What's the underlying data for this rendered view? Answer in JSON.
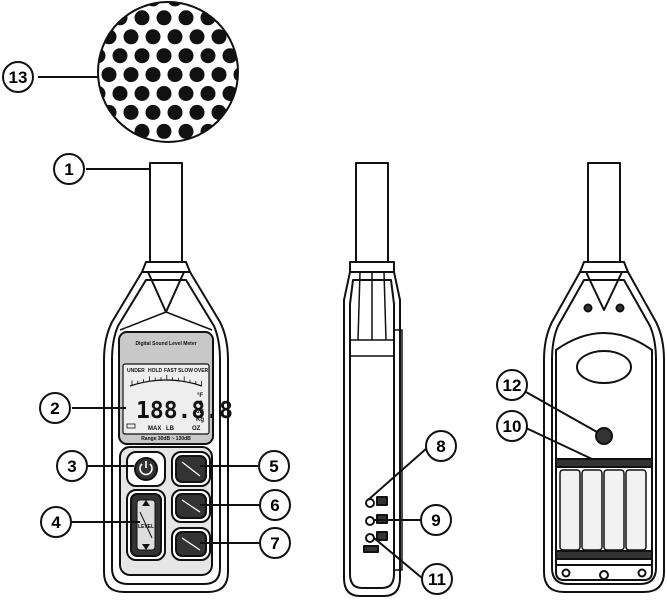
{
  "callouts": [
    "1",
    "2",
    "3",
    "4",
    "5",
    "6",
    "7",
    "8",
    "9",
    "10",
    "11",
    "12",
    "13"
  ],
  "meter": {
    "title": "Digital Sound Level Meter",
    "modes": [
      "UNDER",
      "HOLD",
      "FAST",
      "SLOW",
      "OVER"
    ],
    "digits": "188.8.8",
    "units": [
      "°F",
      "°C",
      "dB",
      "Kg"
    ],
    "bottom_labels": [
      "MAX",
      "LB",
      "OZ"
    ],
    "range": "Range 30dB ~ 130dB",
    "level_label": "LEVEL"
  }
}
